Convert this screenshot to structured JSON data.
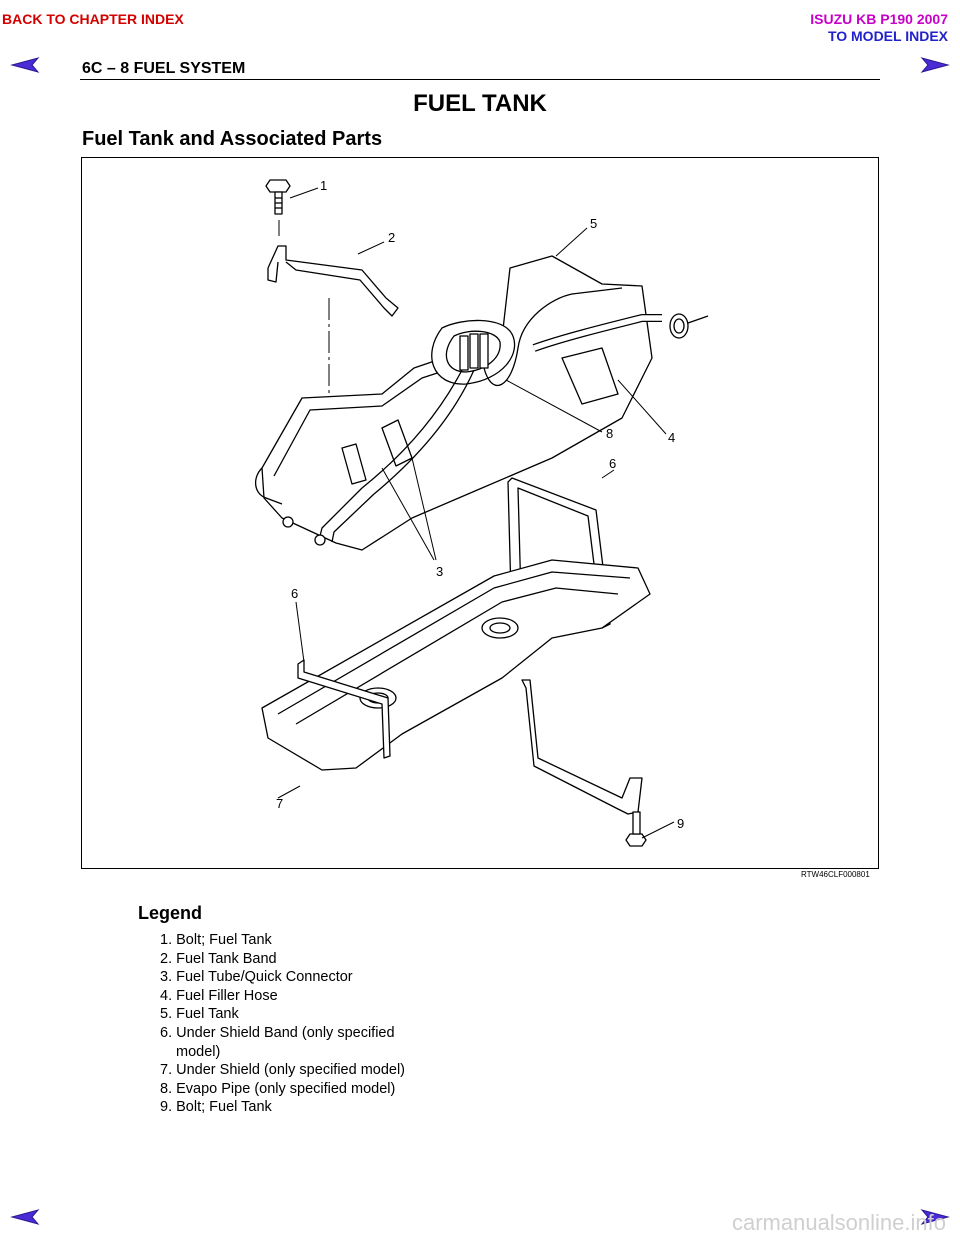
{
  "nav": {
    "back_to_chapter": "BACK TO CHAPTER INDEX",
    "model_name": "ISUZU KB P190 2007",
    "to_model_index": "TO MODEL INDEX"
  },
  "header": {
    "section": "6C – 8   FUEL SYSTEM",
    "title": "FUEL TANK",
    "subtitle": "Fuel Tank and Associated Parts"
  },
  "figure": {
    "callouts": [
      "1",
      "2",
      "5",
      "8",
      "4",
      "6",
      "3",
      "6",
      "7",
      "9"
    ],
    "code": "RTW46CLF000801"
  },
  "legend": {
    "title": "Legend",
    "items": [
      "1. Bolt; Fuel Tank",
      "2. Fuel Tank Band",
      "3. Fuel Tube/Quick Connector",
      "4. Fuel Filler Hose",
      "5. Fuel Tank",
      "6. Under Shield Band (only specified model)",
      "7. Under Shield (only specified model)",
      "8. Evapo Pipe (only specified model)",
      "9. Bolt; Fuel Tank"
    ]
  },
  "footer": {
    "watermark": "carmanualsonline.info"
  },
  "colors": {
    "back_link": "#d40000",
    "model_name": "#c800c8",
    "model_index": "#2222cc",
    "arrow": "#4b2bd6"
  }
}
